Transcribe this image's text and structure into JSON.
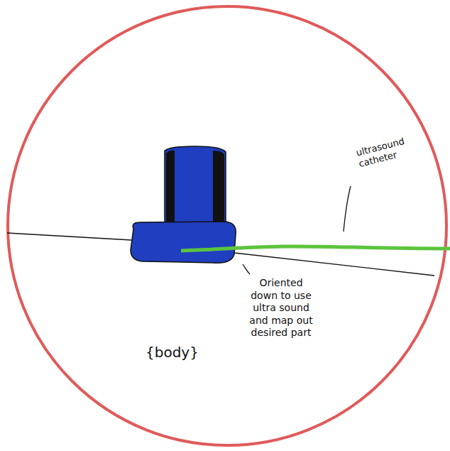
{
  "diagram": {
    "labels": [
      "ultrasound catheter",
      "Oriented down to use ultra sound and map out desired part",
      "{body}"
    ]
  }
}
